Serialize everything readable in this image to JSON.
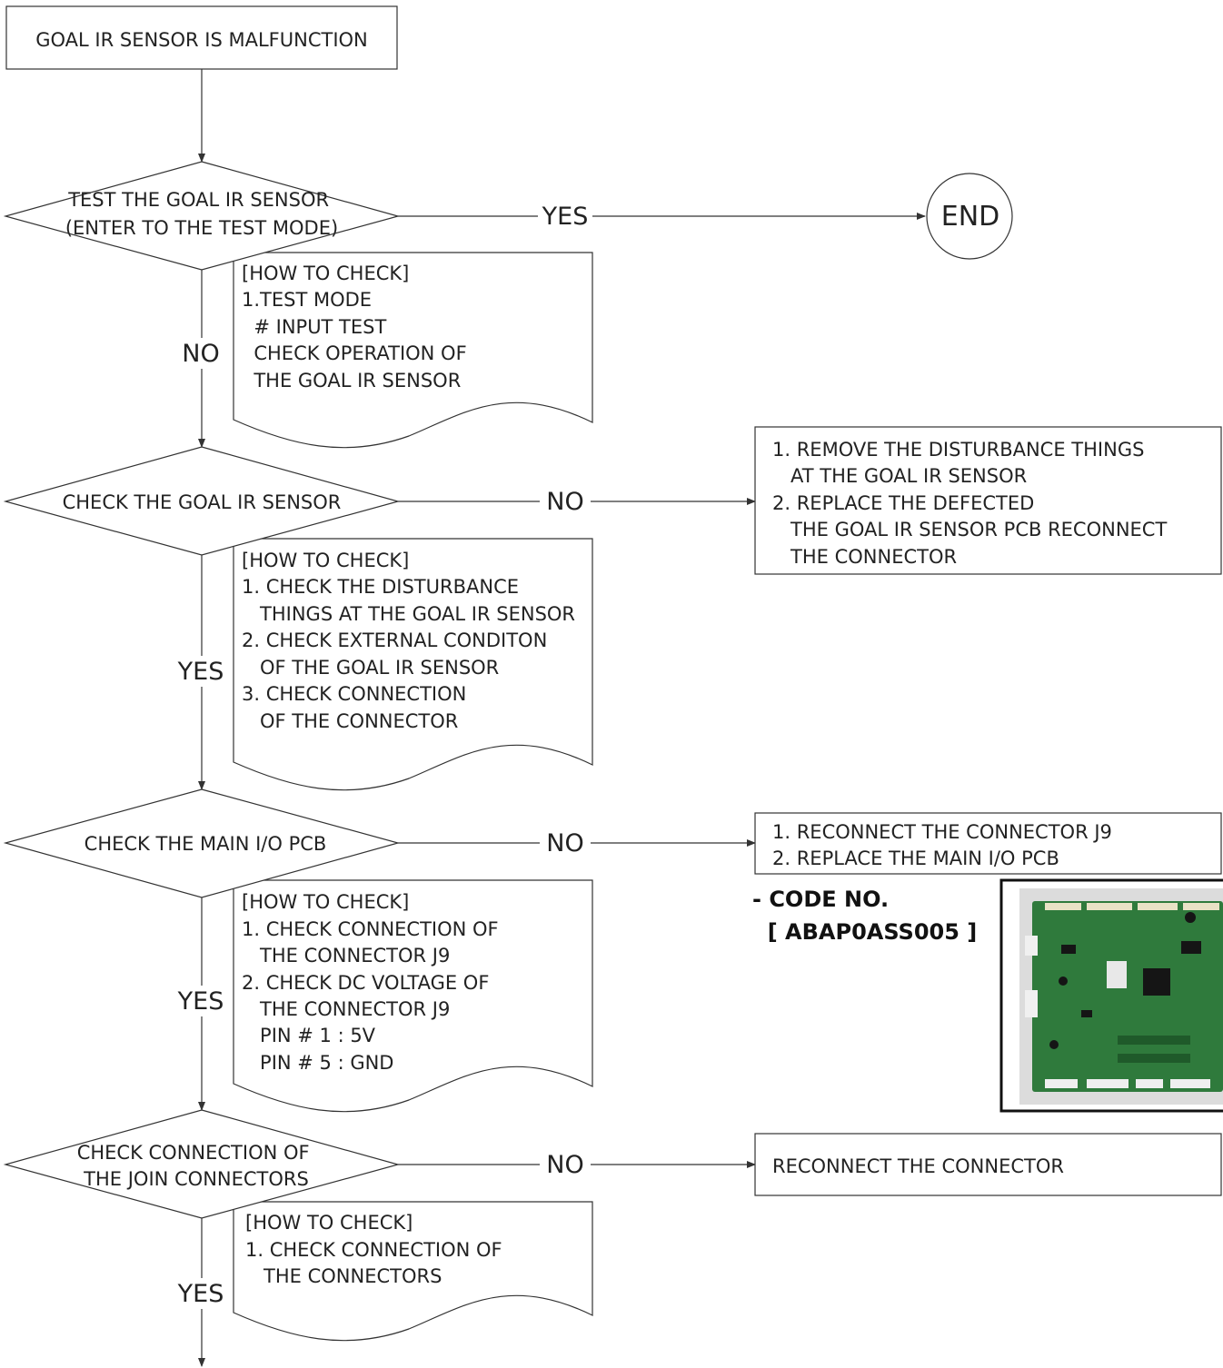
{
  "start": {
    "label": "GOAL IR SENSOR IS MALFUNCTION"
  },
  "end": {
    "label": "END"
  },
  "decisions": [
    {
      "lines": [
        "TEST THE GOAL IR SENSOR",
        "(ENTER TO THE TEST MODE)"
      ],
      "right_label": "YES",
      "down_label": "NO"
    },
    {
      "lines": [
        "CHECK THE GOAL IR SENSOR"
      ],
      "right_label": "NO",
      "down_label": "YES"
    },
    {
      "lines": [
        "CHECK THE MAIN I/O PCB"
      ],
      "right_label": "NO",
      "down_label": "YES"
    },
    {
      "lines": [
        "CHECK CONNECTION OF",
        "THE JOIN CONNECTORS"
      ],
      "right_label": "NO",
      "down_label": "YES"
    }
  ],
  "notes": [
    {
      "lines": [
        "[HOW TO CHECK]",
        "1.TEST MODE",
        "  # INPUT TEST",
        "  CHECK OPERATION OF",
        "  THE GOAL IR SENSOR"
      ]
    },
    {
      "lines": [
        "[HOW TO CHECK]",
        "1. CHECK THE DISTURBANCE",
        "   THINGS AT THE GOAL IR SENSOR",
        "2. CHECK EXTERNAL CONDITON",
        "   OF THE GOAL IR SENSOR",
        "3. CHECK CONNECTION",
        "   OF THE CONNECTOR"
      ]
    },
    {
      "lines": [
        "[HOW TO CHECK]",
        "1. CHECK CONNECTION OF",
        "   THE CONNECTOR J9",
        "2. CHECK DC VOLTAGE OF",
        "   THE CONNECTOR J9",
        "   PIN # 1 : 5V",
        "   PIN # 5 : GND"
      ]
    },
    {
      "lines": [
        "[HOW TO CHECK]",
        "1. CHECK CONNECTION OF",
        "   THE CONNECTORS"
      ]
    }
  ],
  "actions": [
    {
      "lines": [
        "1. REMOVE THE DISTURBANCE THINGS",
        "   AT THE GOAL IR SENSOR",
        "2. REPLACE THE DEFECTED",
        "   THE GOAL IR SENSOR PCB RECONNECT",
        "   THE CONNECTOR"
      ]
    },
    {
      "lines": [
        "1. RECONNECT THE CONNECTOR J9",
        "2. REPLACE THE MAIN I/O PCB"
      ]
    },
    {
      "lines": [
        "RECONNECT THE CONNECTOR"
      ]
    }
  ],
  "code": {
    "lines": [
      "- CODE NO.",
      "  [ ABAP0ASS005 ]"
    ]
  },
  "colors": {
    "pcb_green": "#2f7a3c",
    "pcb_dark": "#1f5a2a",
    "line": "#333333"
  }
}
